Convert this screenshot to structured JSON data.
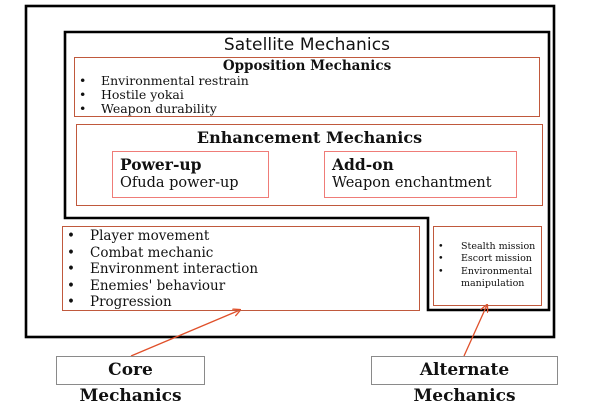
{
  "satellite": {
    "title": "Satellite Mechanics",
    "opposition": {
      "title": "Opposition Mechanics",
      "items": [
        "Environmental restrain",
        "Hostile yokai",
        "Weapon durability"
      ]
    },
    "enhancement": {
      "title": "Enhancement Mechanics",
      "powerup": {
        "title": "Power-up",
        "text": "Ofuda power-up"
      },
      "addon": {
        "title": "Add-on",
        "text": "Weapon enchantment"
      }
    }
  },
  "core": {
    "items": [
      "Player movement",
      "Combat mechanic",
      "Environment interaction",
      "Enemies' behaviour",
      "Progression"
    ],
    "label": "Core Mechanics"
  },
  "alternate": {
    "items": [
      "Stealth mission",
      "Escort mission",
      "Environmental manipulation"
    ],
    "label": "Alternate Mechanics"
  },
  "colors": {
    "outline": "#000000",
    "box_border": "#c0593d",
    "inner_box_border": "#ef7c78",
    "arrow": "#e0502a"
  }
}
